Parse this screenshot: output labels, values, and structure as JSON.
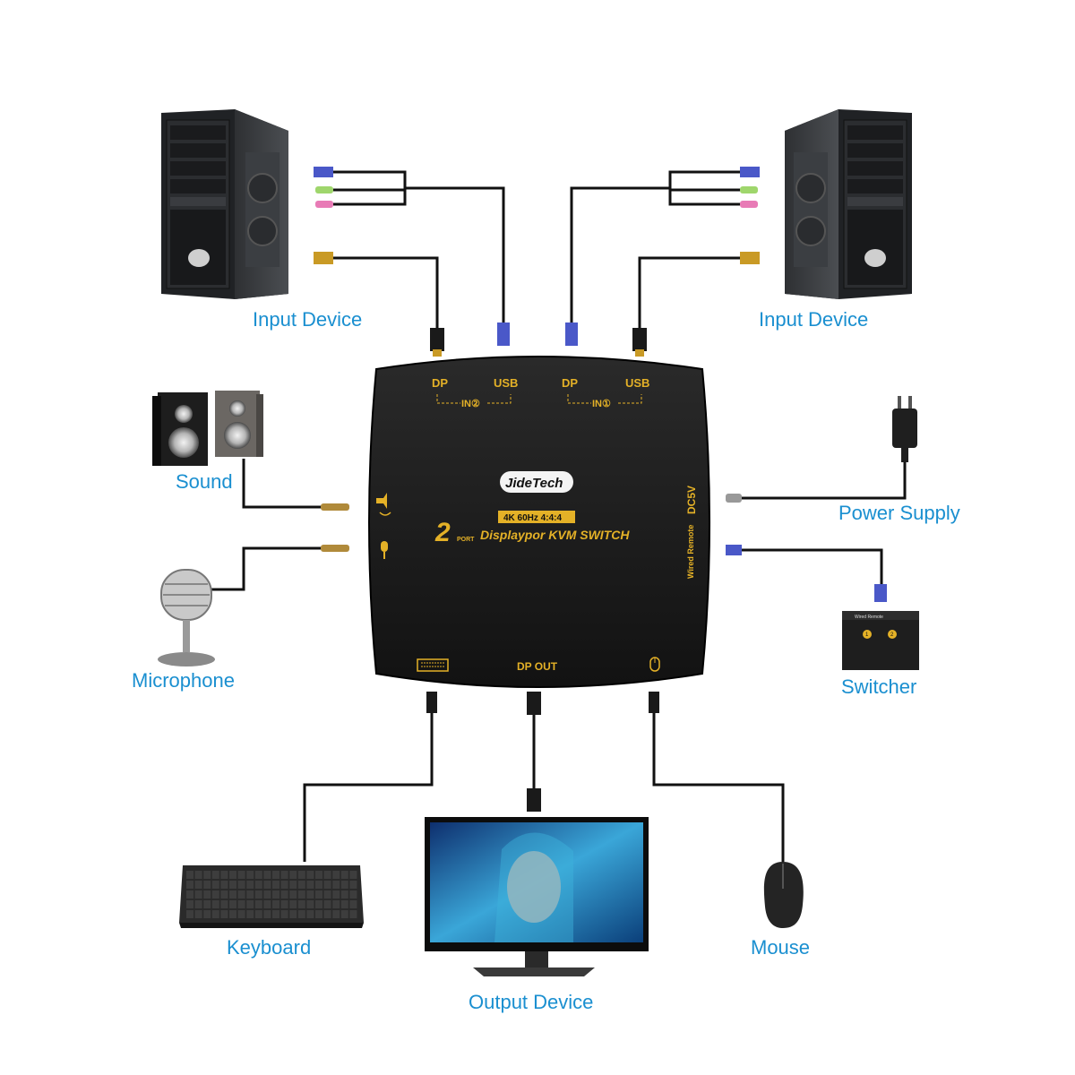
{
  "labels": {
    "input_left": "Input Device",
    "input_right": "Input Device",
    "sound": "Sound",
    "microphone": "Microphone",
    "power_supply": "Power Supply",
    "switcher": "Switcher",
    "keyboard": "Keyboard",
    "output_device": "Output Device",
    "mouse": "Mouse"
  },
  "device": {
    "brand": "JideTech",
    "port_dp": "DP",
    "port_usb": "USB",
    "in2": "IN②",
    "in1": "IN①",
    "spec": "4K 60Hz 4:4:4",
    "port_number": "2",
    "port_word": "PORT",
    "product": "Displaypor KVM SWITCH",
    "dc5v": "DC5V",
    "wired_remote": "Wired Remote",
    "dp_out": "DP OUT"
  },
  "switcher_box": {
    "title": "Wired Remote",
    "button_1": "1",
    "button_2": "2"
  },
  "colors": {
    "label": "#1a8fd0",
    "gold": "#e4b127",
    "device_body": "#1c1c1c",
    "usb_blue": "#4a58c8"
  }
}
